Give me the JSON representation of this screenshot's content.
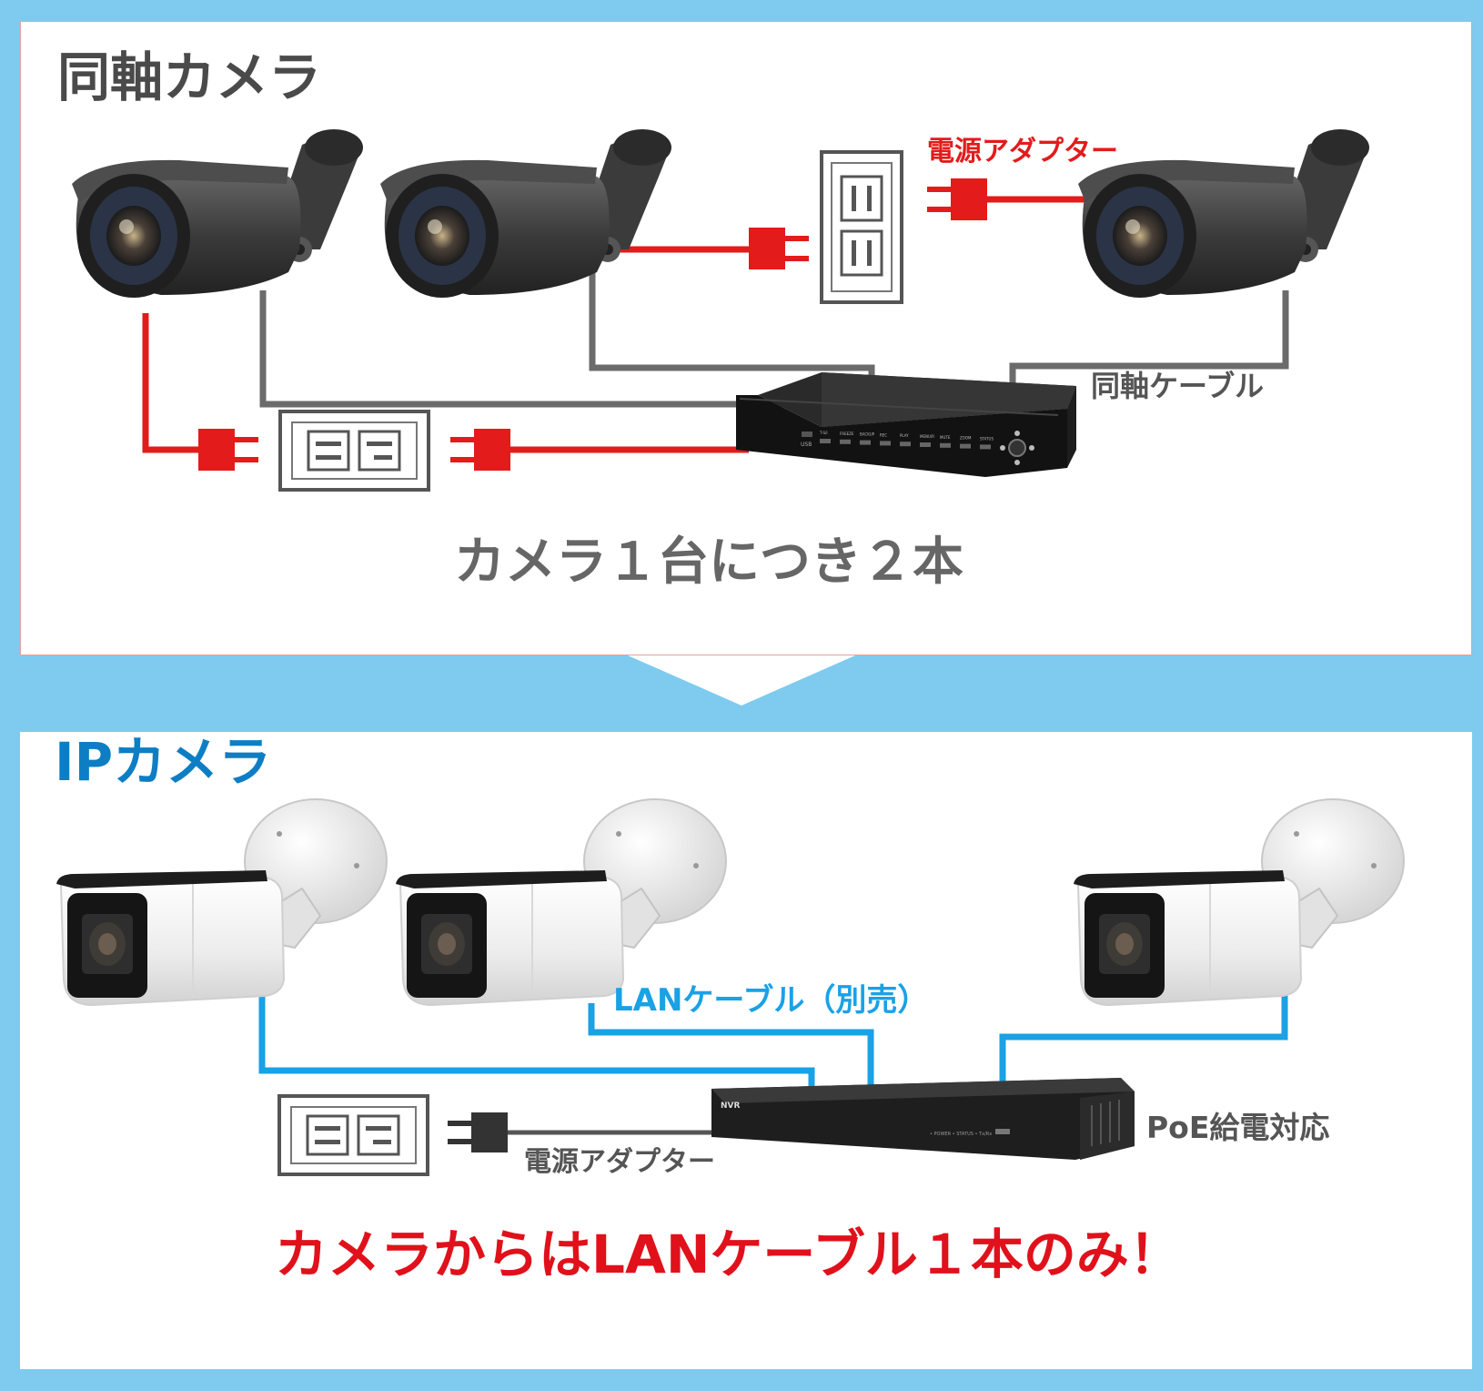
{
  "top": {
    "title": "同軸カメラ",
    "adapter_label": "電源アダプター",
    "coax_label": "同軸ケーブル",
    "caption": "カメラ１台につき２本",
    "dvr_buttons": [
      "T-S/I",
      "FREEZE",
      "BACKUP",
      "REC",
      "PLAY",
      "MENU/R",
      "MUTE",
      "ZOOM",
      "STATUS"
    ],
    "dvr_usb": "USB"
  },
  "bottom": {
    "title": "IPカメラ",
    "lan_label": "LANケーブル（別売）",
    "poe_label": "PoE給電対応",
    "adapter_label": "電源アダプター",
    "caption": "カメラからはLANケーブル１本のみ！",
    "nvr_badge": "NVR",
    "nvr_leds": "• POWER  • STATUS  • Tx/Rx"
  },
  "colors": {
    "background": "#7ecbef",
    "red": "#e31b1b",
    "gray_cable": "#6b6b6b",
    "blue_cable": "#1aa1e6",
    "title_gray": "#4a4a4a",
    "title_blue": "#0d7ec4",
    "caption_red": "#e0111b"
  }
}
